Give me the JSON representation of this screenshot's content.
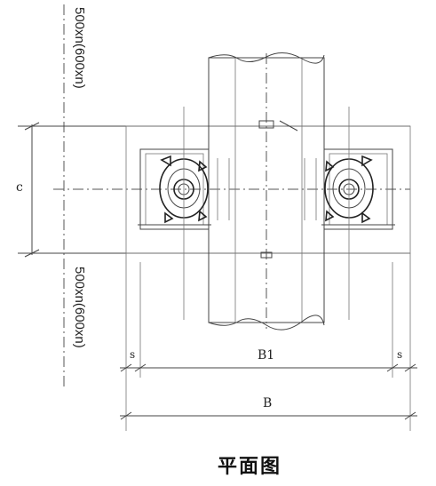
{
  "dimensions": {
    "top_left_vertical": "500xn(600xn)",
    "bottom_left_vertical": "500xn(600xn)",
    "c_label": "c",
    "b1_label": "B1",
    "b_label": "B",
    "s_left_label": "s",
    "s_right_label": "s"
  },
  "caption": "平面图"
}
